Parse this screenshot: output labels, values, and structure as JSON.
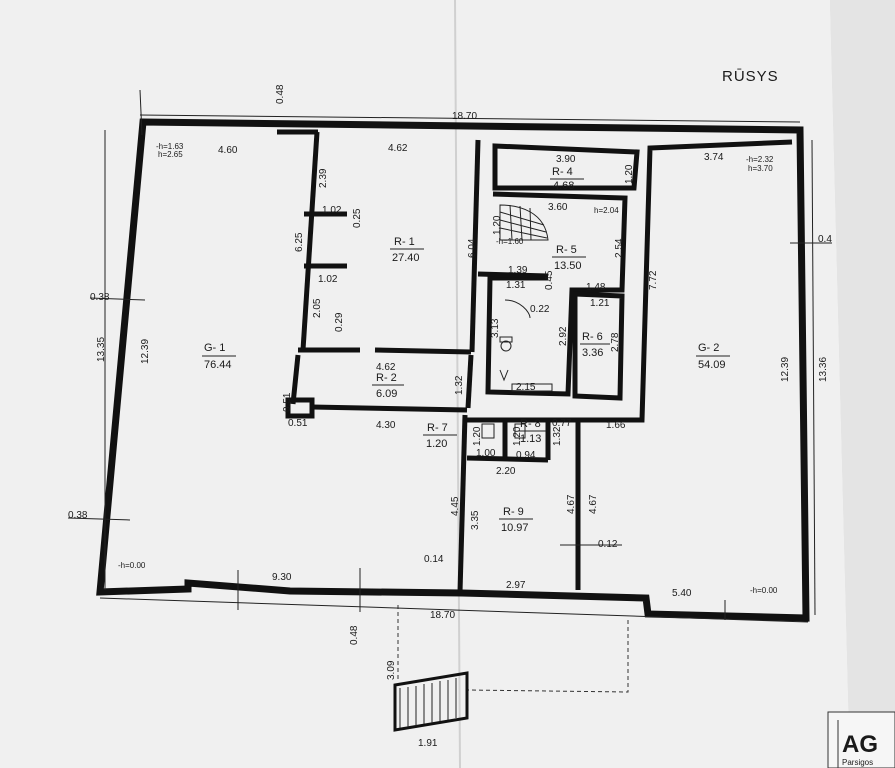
{
  "title": "RŪSYS",
  "rooms": {
    "g1": {
      "name": "G- 1",
      "area": "76.44"
    },
    "g2": {
      "name": "G- 2",
      "area": "54.09"
    },
    "r1": {
      "name": "R- 1",
      "area": "27.40"
    },
    "r2": {
      "name": "R- 2",
      "area": "6.09"
    },
    "r4": {
      "name": "R- 4",
      "area": "4.68"
    },
    "r5": {
      "name": "R- 5",
      "area": "13.50"
    },
    "r6": {
      "name": "R- 6",
      "area": "3.36"
    },
    "r7": {
      "name": "R- 7",
      "area": "1.20"
    },
    "r8": {
      "name": "R- 8",
      "area": "1.13"
    },
    "r9": {
      "name": "R- 9",
      "area": "10.97"
    }
  },
  "levels": {
    "g1_top_a": "-h=1.63",
    "g1_top_b": "h=2.65",
    "g2_top_a": "-h=2.32",
    "g2_top_b": "h=3.70",
    "g1_floor": "-h=0.00",
    "g2_floor": "-h=0.00",
    "stair_a": "-h=1.60",
    "stair_b": "h=2.04"
  },
  "dims": {
    "top_total": "18.70",
    "bottom_total": "18.70",
    "left_offset": "0.48",
    "bottom_offset": "0.48",
    "g1_width": "4.60",
    "r1_width": "4.62",
    "r4_width": "3.90",
    "r4_height": "1.20",
    "g2_width": "3.74",
    "g2_side_off": "0.4",
    "r1_2_39": "2.39",
    "r1_1_02a": "1.02",
    "r1_0_25": "0.25",
    "r1_6_25": "6.25",
    "r1_6_04": "6.04",
    "r1_1_02b": "1.02",
    "r1_2_05": "2.05",
    "r1_0_29": "0.29",
    "r2_width": "4.62",
    "r2_height": "1.32",
    "r5_3_60": "3.60",
    "r5_1_20": "1.20",
    "r5_2_54": "2.54",
    "r5_1_39": "1.39",
    "r5_1_31": "1.31",
    "r5_0_45": "0.45",
    "r5_1_48": "1.48",
    "r5_0_22": "0.22",
    "r5_3_13": "3.13",
    "r5_2_92": "2.92",
    "r5_2_15": "2.15",
    "r6_width": "1.21",
    "r6_height": "2.78",
    "g2_7_72": "7.72",
    "g1_left_0_38a": "0.38",
    "g1_13_35": "13.35",
    "g1_12_39": "12.39",
    "g1_left_0_38b": "0.38",
    "g2_12_39": "12.39",
    "g2_13_36": "13.36",
    "c_0_51a": "0.51",
    "c_0_51b": "0.51",
    "c_4_30": "4.30",
    "r7_1_20": "1.20",
    "r7_1_00": "1.00",
    "r8_1_20": "1.20",
    "r8_0_94": "0.94",
    "r8_0_77": "0.77",
    "r8_1_32": "1.32",
    "c_1_66": "1.66",
    "r9_2_20": "2.20",
    "r9_4_45": "4.45",
    "r9_3_35": "3.35",
    "r9_4_67a": "4.67",
    "r9_4_67b": "4.67",
    "r9_0_12": "0.12",
    "r9_0_14": "0.14",
    "r9_2_97": "2.97",
    "g1_9_30": "9.30",
    "g2_5_40": "5.40",
    "stair_3_09": "3.09",
    "stair_1_91": "1.91"
  },
  "stamp": {
    "logo": "AG",
    "text": "Parsigos"
  }
}
